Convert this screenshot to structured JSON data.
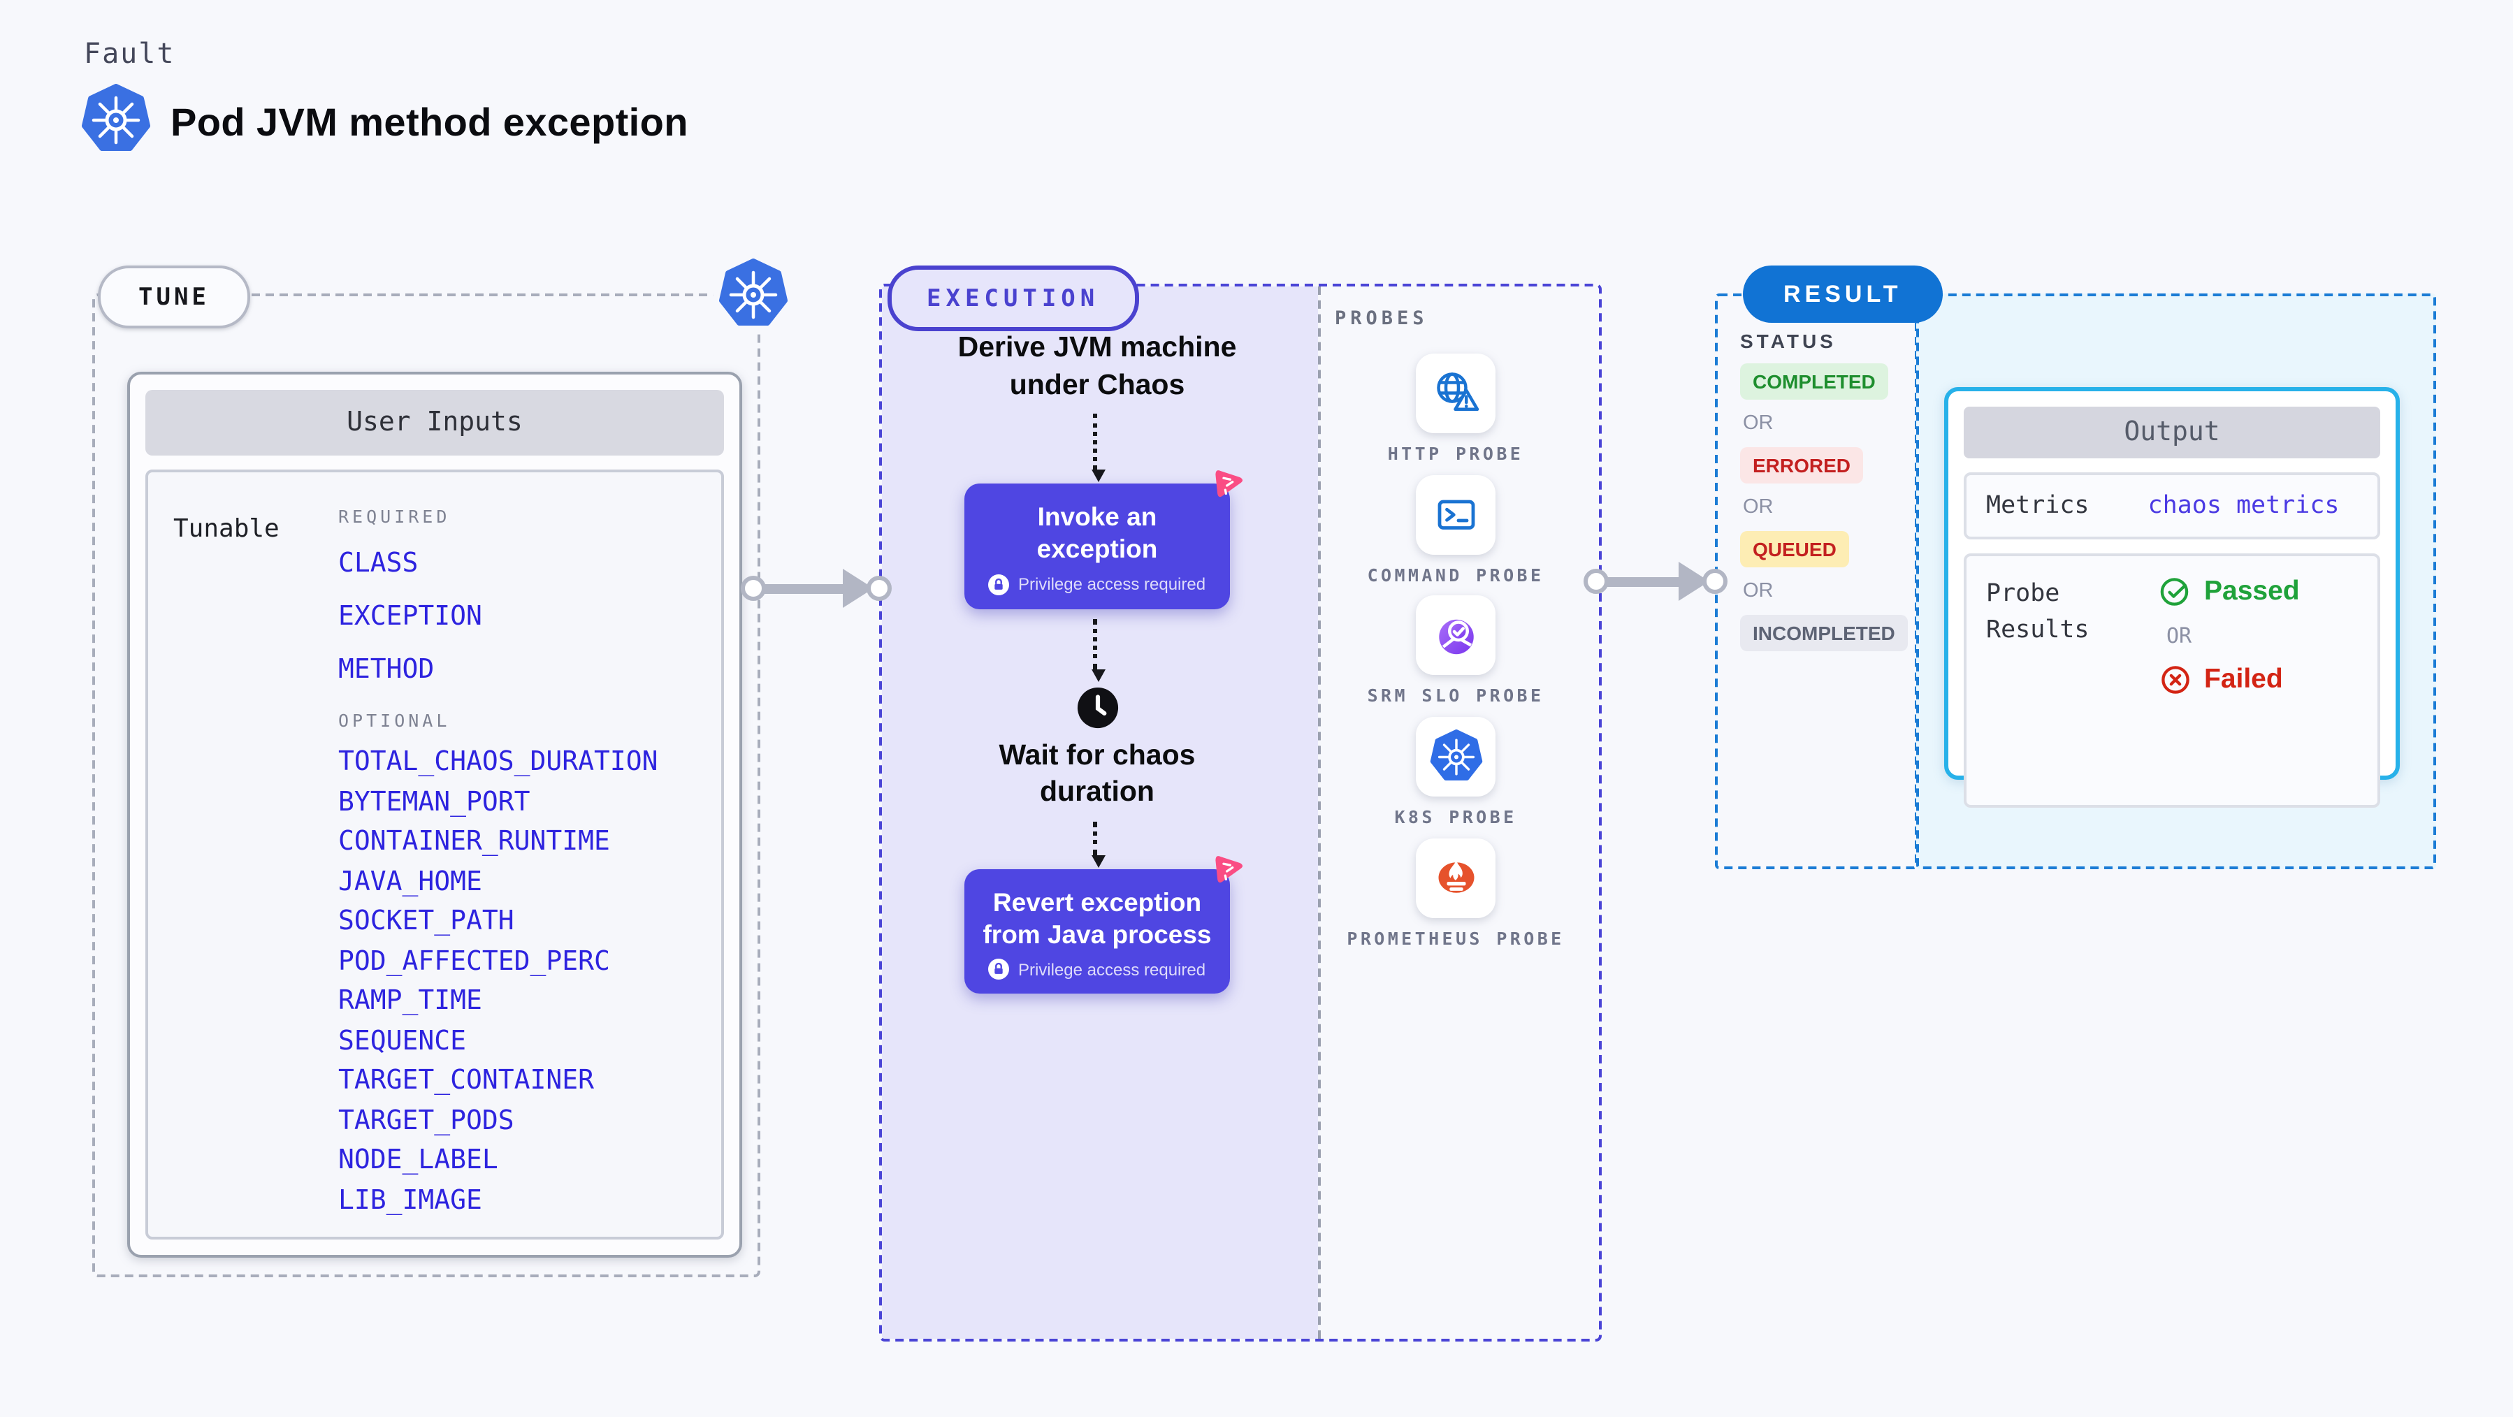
{
  "page": {
    "fault_label": "Fault",
    "title": "Pod JVM method exception"
  },
  "tune": {
    "badge": "TUNE",
    "user_inputs_title": "User Inputs",
    "tunable_label": "Tunable",
    "required_label": "REQUIRED",
    "optional_label": "OPTIONAL",
    "required_items": [
      "CLASS",
      "EXCEPTION",
      "METHOD"
    ],
    "optional_items": [
      "TOTAL_CHAOS_DURATION",
      "BYTEMAN_PORT",
      "CONTAINER_RUNTIME",
      "JAVA_HOME",
      "SOCKET_PATH",
      "POD_AFFECTED_PERC",
      "RAMP_TIME",
      "SEQUENCE",
      "TARGET_CONTAINER",
      "TARGET_PODS",
      "NODE_LABEL",
      "LIB_IMAGE"
    ]
  },
  "execution": {
    "badge": "EXECUTION",
    "derive_step": "Derive JVM machine under Chaos",
    "invoke_button": {
      "label": "Invoke an exception",
      "note": "Privilege access required"
    },
    "wait_step": "Wait for chaos duration",
    "revert_button": {
      "label": "Revert exception from Java process",
      "note": "Privilege access required"
    },
    "probes_label": "PROBES",
    "probes": [
      {
        "label": "HTTP PROBE",
        "icon": "http-probe-icon"
      },
      {
        "label": "COMMAND PROBE",
        "icon": "command-probe-icon"
      },
      {
        "label": "SRM SLO PROBE",
        "icon": "srm-slo-probe-icon"
      },
      {
        "label": "K8S PROBE",
        "icon": "k8s-probe-icon"
      },
      {
        "label": "PROMETHEUS PROBE",
        "icon": "prometheus-probe-icon"
      }
    ]
  },
  "result": {
    "badge": "RESULT",
    "status_label": "STATUS",
    "or_label": "OR",
    "statuses": [
      {
        "label": "COMPLETED",
        "fg": "#1e8e2e",
        "bg": "#ddf3df"
      },
      {
        "label": "ERRORED",
        "fg": "#c32020",
        "bg": "#fbe6e6"
      },
      {
        "label": "QUEUED",
        "fg": "#c32020",
        "bg": "#fdedb4"
      },
      {
        "label": "INCOMPLETED",
        "fg": "#5d6374",
        "bg": "#e8e9f0"
      }
    ],
    "output": {
      "title": "Output",
      "metrics_label": "Metrics",
      "metrics_value": "chaos metrics",
      "probe_results_label": "Probe Results",
      "passed_label": "Passed",
      "or_label": "OR",
      "failed_label": "Failed"
    }
  },
  "colors": {
    "page_bg": "#f7f8fc",
    "accent_indigo": "#4a42d4",
    "lavender_bg": "#e6e5fa",
    "button_purple": "#4f46e2",
    "chaos_pink": "#fa4d84",
    "grey_dash": "#a8adbb",
    "result_blue": "#1173d4",
    "output_border_cyan": "#27b1e9",
    "probe_icon_blue": "#1a73d2",
    "input_item_blue": "#2d23df",
    "passed_green": "#1fa23a",
    "failed_red": "#d32414",
    "prometheus_orange": "#e6522c",
    "kubernetes_blue": "#3a70e2",
    "srm_purple": "#8b4bf2"
  }
}
